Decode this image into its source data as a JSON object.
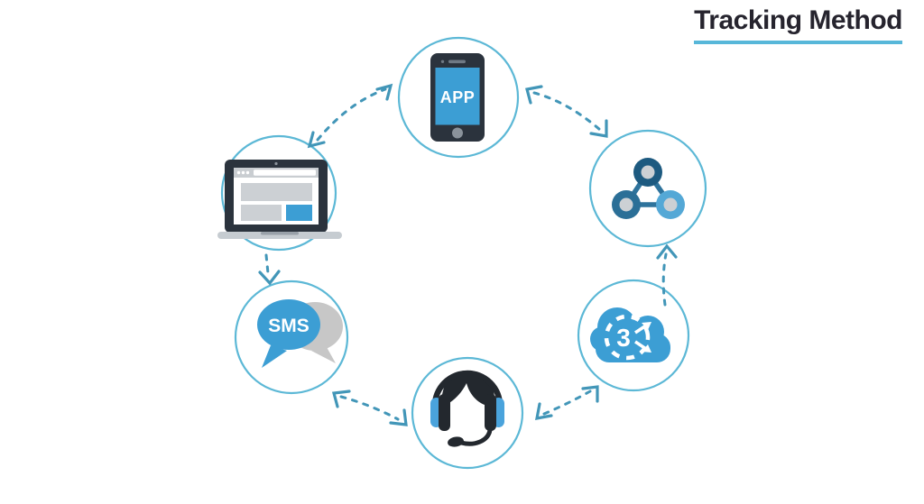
{
  "title": {
    "text": "Tracking Method"
  },
  "diagram": {
    "nodes": [
      {
        "id": "app",
        "label": "APP",
        "icon": "smartphone-icon"
      },
      {
        "id": "network",
        "icon": "network-nodes-icon"
      },
      {
        "id": "cloud",
        "icon": "cloud-sync-icon",
        "glyph": "3"
      },
      {
        "id": "support",
        "icon": "support-agent-headset-icon"
      },
      {
        "id": "sms",
        "label": "SMS",
        "icon": "chat-bubbles-icon"
      },
      {
        "id": "laptop",
        "icon": "laptop-browser-icon"
      }
    ],
    "connections": [
      {
        "from": "laptop",
        "to": "app",
        "style": "dashed-double-arrow"
      },
      {
        "from": "app",
        "to": "network",
        "style": "dashed-double-arrow"
      },
      {
        "from": "cloud",
        "to": "network",
        "style": "dashed-arrow-up"
      },
      {
        "from": "support",
        "to": "cloud",
        "style": "dashed-double-arrow"
      },
      {
        "from": "sms",
        "to": "support",
        "style": "dashed-double-arrow"
      },
      {
        "from": "laptop",
        "to": "sms",
        "style": "dashed-arrow-down"
      }
    ]
  },
  "colors": {
    "background": "#ffffff",
    "title_text": "#26242e",
    "title_underline": "#57b7d9",
    "circle_outline": "#5cb8d6",
    "arrow": "#4296b8",
    "primary_blue": "#3c9ed4",
    "dark": "#2b333d",
    "node_dark_blue": "#1d5a80",
    "node_mid_blue": "#2b6f97",
    "node_light_blue": "#54a8d6",
    "ui_gray": "#ccd0d4",
    "bubble_gray": "#c7c7c7"
  }
}
